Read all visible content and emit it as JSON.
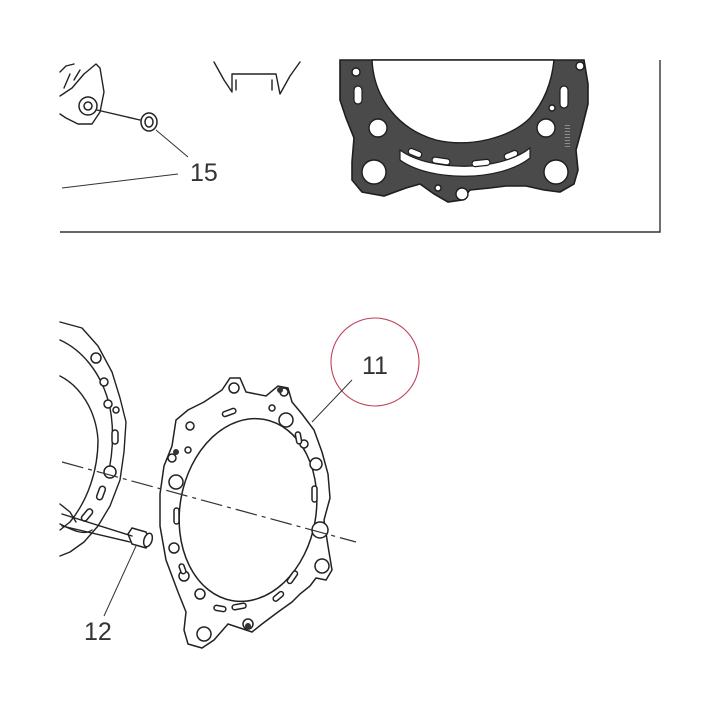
{
  "callouts": {
    "c15": "15",
    "c11": "11",
    "c12": "12"
  },
  "highlight_color": "#c0405a",
  "ink_color": "#222222",
  "gasket_fill_color": "#4a4a4a"
}
